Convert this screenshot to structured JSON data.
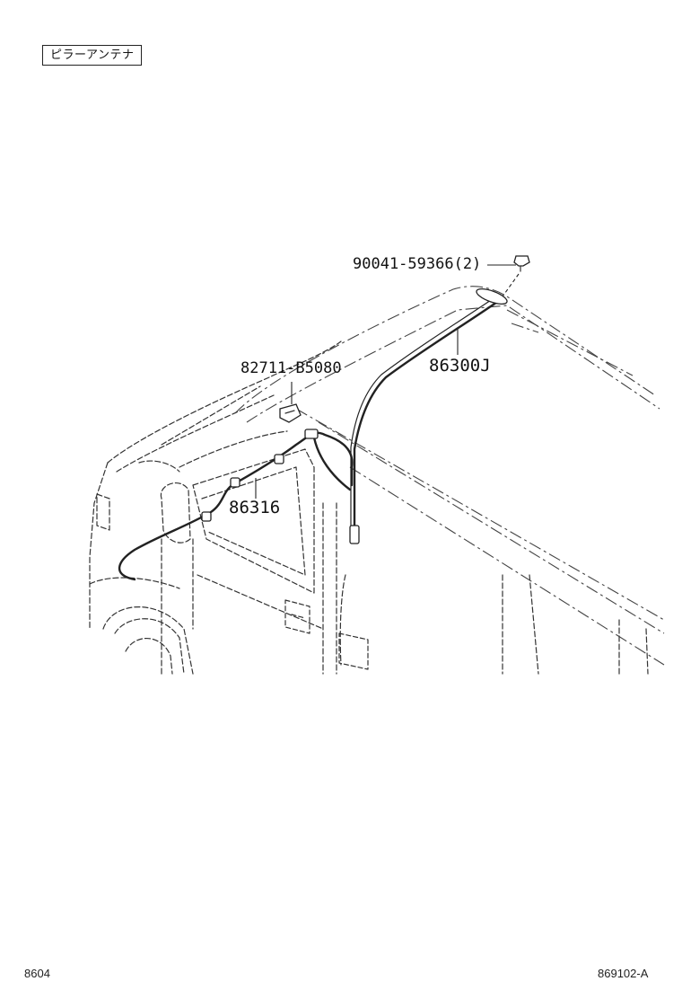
{
  "header": {
    "section_title": "ピラーアンテナ"
  },
  "callouts": {
    "screw": "90041-59366(2)",
    "clamp": "82711-B5080",
    "antenna": "86300J",
    "cable": "86316"
  },
  "footer": {
    "left_code": "8604",
    "right_code": "869102-A"
  }
}
